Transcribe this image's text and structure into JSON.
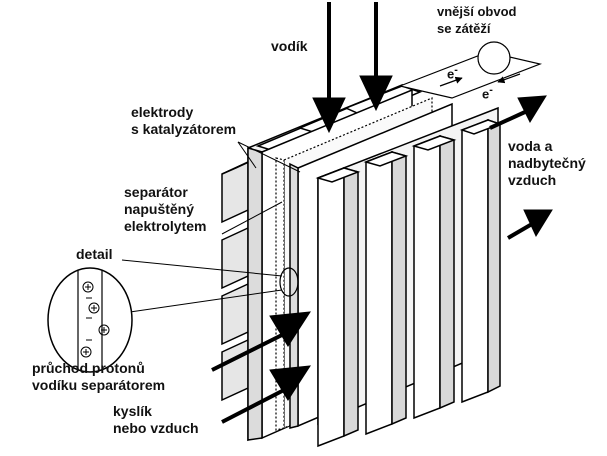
{
  "labels": {
    "hydrogen": "vodík",
    "external_circuit": [
      "vnější obvod",
      "se zátěží"
    ],
    "electron": "e",
    "electron_sup": "-",
    "electrodes": [
      "elektrody",
      "s katalyzátorem"
    ],
    "separator": [
      "separátor",
      "napuštěný",
      "elektrolytem"
    ],
    "detail": "detail",
    "water_air": [
      "voda a",
      "nadbytečný",
      "vzduch"
    ],
    "proton_passage": [
      "průchod protonů",
      "vodíku separátorem"
    ],
    "oxygen": [
      "kyslík",
      "nebo vzduch"
    ]
  },
  "colors": {
    "stroke": "#000000",
    "face_light": "#ffffff",
    "face_mid": "#e6e6e6",
    "face_dark": "#c8c8c8"
  }
}
